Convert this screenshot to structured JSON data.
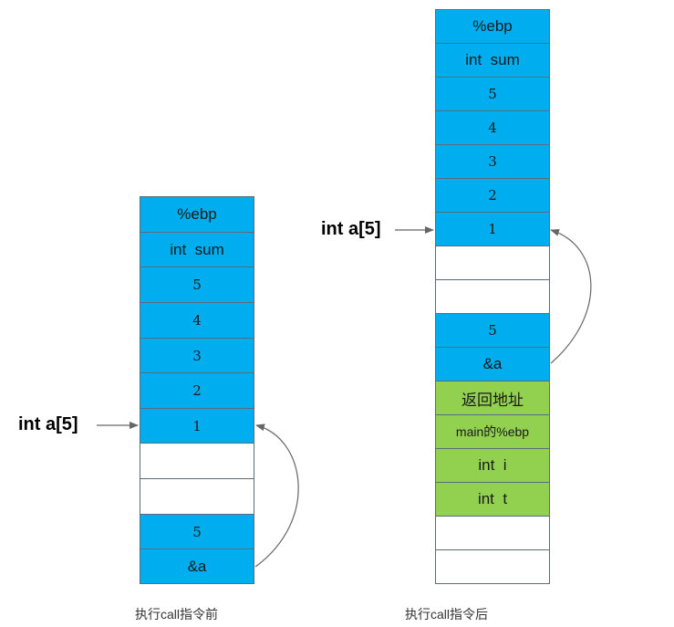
{
  "before": {
    "caption": "执行call指令前",
    "pointer_label": "int a[5]",
    "cells": [
      {
        "text": "%ebp",
        "color": "blue"
      },
      {
        "text": "int  sum",
        "color": "blue"
      },
      {
        "text": "5",
        "color": "blue"
      },
      {
        "text": "4",
        "color": "blue"
      },
      {
        "text": "3",
        "color": "blue"
      },
      {
        "text": "2",
        "color": "blue"
      },
      {
        "text": "1",
        "color": "blue"
      },
      {
        "text": "",
        "color": "white"
      },
      {
        "text": "",
        "color": "white"
      },
      {
        "text": "5",
        "color": "blue"
      },
      {
        "text": "&a",
        "color": "blue"
      }
    ]
  },
  "after": {
    "caption": "执行call指令后",
    "pointer_label": "int a[5]",
    "cells": [
      {
        "text": "%ebp",
        "color": "blue"
      },
      {
        "text": "int  sum",
        "color": "blue"
      },
      {
        "text": "5",
        "color": "blue"
      },
      {
        "text": "4",
        "color": "blue"
      },
      {
        "text": "3",
        "color": "blue"
      },
      {
        "text": "2",
        "color": "blue"
      },
      {
        "text": "1",
        "color": "blue"
      },
      {
        "text": "",
        "color": "white"
      },
      {
        "text": "",
        "color": "white"
      },
      {
        "text": "5",
        "color": "blue"
      },
      {
        "text": "&a",
        "color": "blue"
      },
      {
        "text": "返回地址",
        "color": "green"
      },
      {
        "text": "main的%ebp",
        "color": "green"
      },
      {
        "text": "int  i",
        "color": "green"
      },
      {
        "text": "int  t",
        "color": "green"
      },
      {
        "text": "",
        "color": "white"
      },
      {
        "text": "",
        "color": "white"
      }
    ]
  },
  "colors": {
    "blue": "#00aeef",
    "green": "#92d050",
    "white": "#ffffff",
    "border": "#5b6b7b",
    "arrow": "#666666"
  }
}
